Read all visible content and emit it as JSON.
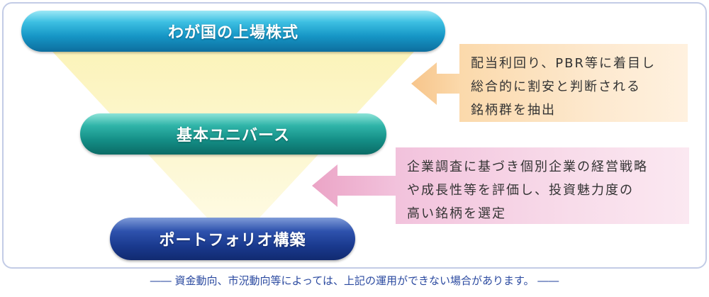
{
  "stages": {
    "top": "わが国の上場株式",
    "middle": "基本ユニバース",
    "bottom": "ポートフォリオ構築"
  },
  "notes": {
    "screening": [
      "配当利回り、PBR等に着目し",
      "総合的に割安と判断される",
      "銘柄群を抽出"
    ],
    "research": [
      "企業調査に基づき個別企業の経営戦略",
      "や成長性等を評価し、投資魅力度の",
      "高い銘柄を選定"
    ]
  },
  "caption": "資金動向、市況動向等によっては、上記の運用ができない場合があります。",
  "colors": {
    "funnel_fill": "#fdf6c8",
    "frame_border": "#c3cce6",
    "stage_top": "#1696c6",
    "stage_middle": "#148e86",
    "stage_bottom": "#1a3a8f",
    "note_screening": "#fde9cf",
    "note_research": "#f8dcea",
    "arrow_screening": "#f6c48a",
    "arrow_research": "#eaa3c6",
    "caption_text": "#2b4aa0"
  }
}
